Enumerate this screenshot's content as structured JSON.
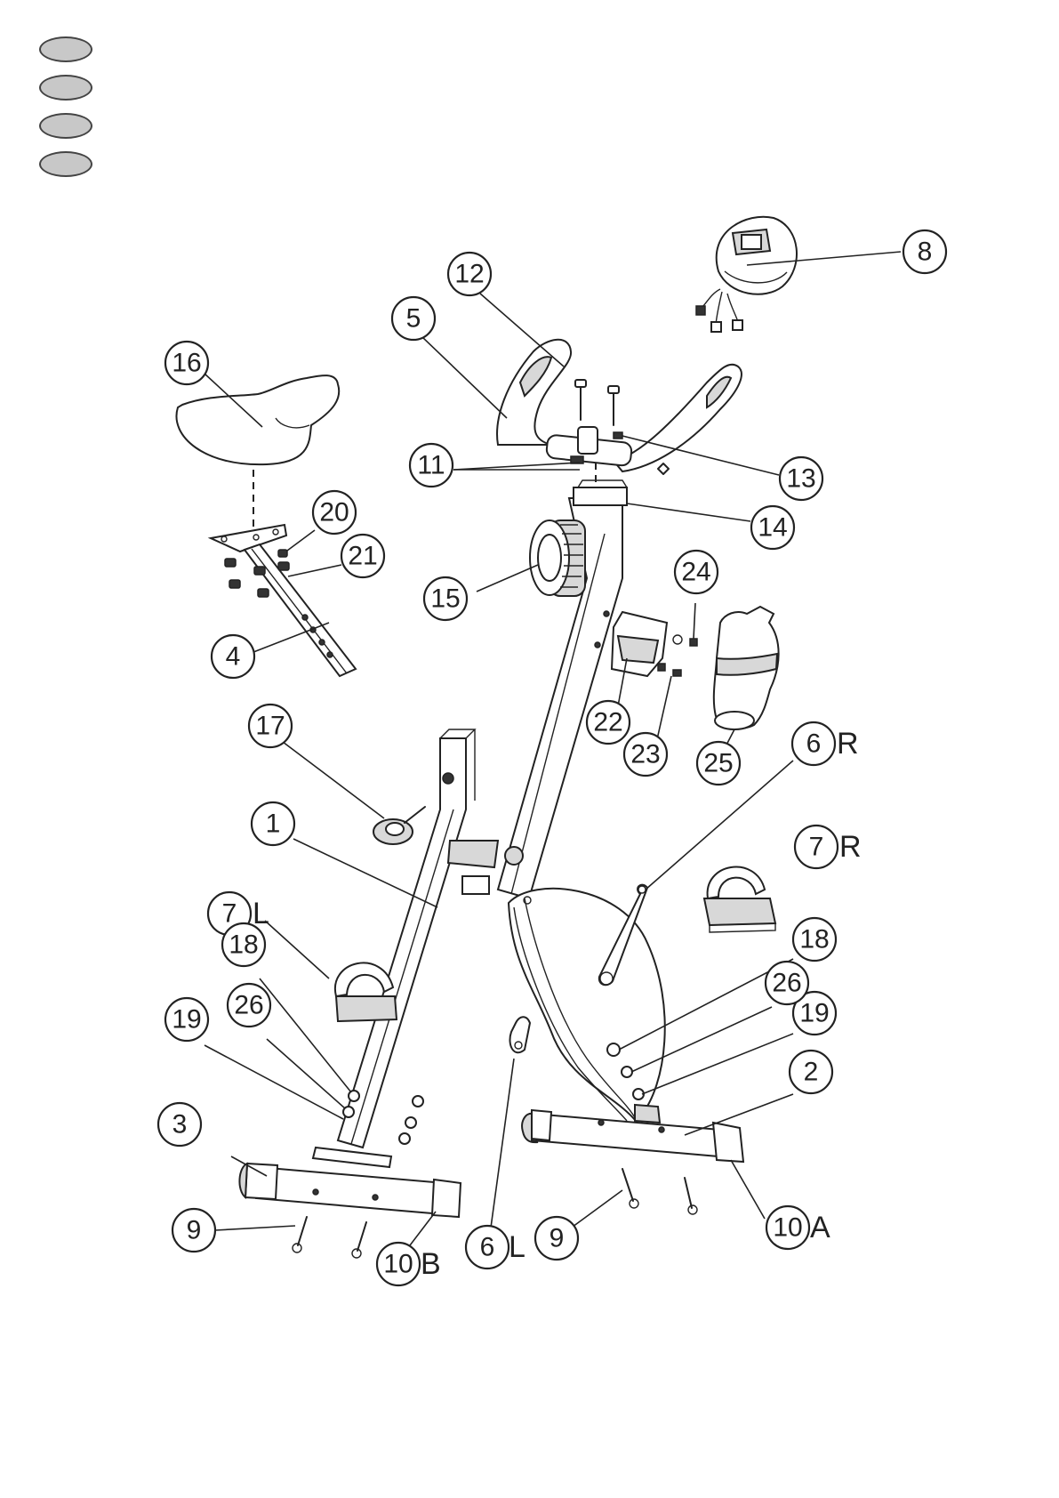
{
  "diagram": {
    "language_tabs": [
      {
        "text": ""
      },
      {
        "text": ""
      },
      {
        "text": ""
      },
      {
        "text": ""
      }
    ],
    "callouts": {
      "p1": {
        "number": "1",
        "suffix": ""
      },
      "p2": {
        "number": "2",
        "suffix": ""
      },
      "p3": {
        "number": "3",
        "suffix": ""
      },
      "p4": {
        "number": "4",
        "suffix": ""
      },
      "p5": {
        "number": "5",
        "suffix": ""
      },
      "p6r": {
        "number": "6",
        "suffix": "R"
      },
      "p6l": {
        "number": "6",
        "suffix": "L"
      },
      "p7r": {
        "number": "7",
        "suffix": "R"
      },
      "p7l": {
        "number": "7",
        "suffix": "L"
      },
      "p8": {
        "number": "8",
        "suffix": ""
      },
      "p9a": {
        "number": "9",
        "suffix": ""
      },
      "p9b": {
        "number": "9",
        "suffix": ""
      },
      "p10a": {
        "number": "10",
        "suffix": "A"
      },
      "p10b": {
        "number": "10",
        "suffix": "B"
      },
      "p11": {
        "number": "11",
        "suffix": ""
      },
      "p12": {
        "number": "12",
        "suffix": ""
      },
      "p13": {
        "number": "13",
        "suffix": ""
      },
      "p14": {
        "number": "14",
        "suffix": ""
      },
      "p15": {
        "number": "15",
        "suffix": ""
      },
      "p16": {
        "number": "16",
        "suffix": ""
      },
      "p17": {
        "number": "17",
        "suffix": ""
      },
      "p18a": {
        "number": "18",
        "suffix": ""
      },
      "p18b": {
        "number": "18",
        "suffix": ""
      },
      "p19a": {
        "number": "19",
        "suffix": ""
      },
      "p19b": {
        "number": "19",
        "suffix": ""
      },
      "p20": {
        "number": "20",
        "suffix": ""
      },
      "p21": {
        "number": "21",
        "suffix": ""
      },
      "p22": {
        "number": "22",
        "suffix": ""
      },
      "p23": {
        "number": "23",
        "suffix": ""
      },
      "p24": {
        "number": "24",
        "suffix": ""
      },
      "p25": {
        "number": "25",
        "suffix": ""
      },
      "p26a": {
        "number": "26",
        "suffix": ""
      },
      "p26b": {
        "number": "26",
        "suffix": ""
      }
    }
  }
}
